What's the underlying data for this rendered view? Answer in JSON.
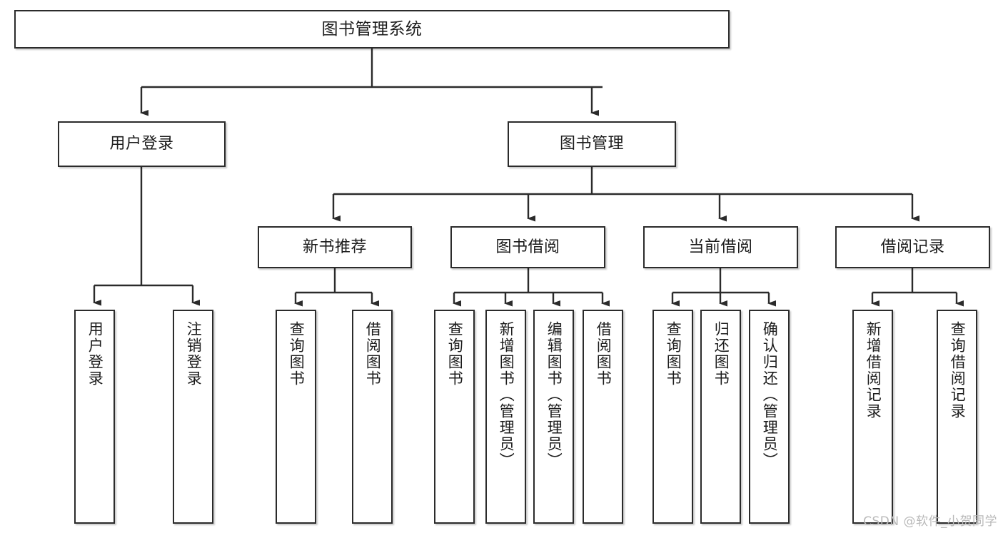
{
  "diagram": {
    "title": "图书管理系统",
    "type": "tree-hierarchy-diagram",
    "colors": {
      "border": "#2b2b2b",
      "background": "#ffffff",
      "text": "#1c1c1c",
      "watermark": "#b9b9b9"
    },
    "nodes": {
      "root": {
        "label": "图书管理系统"
      },
      "level2": [
        {
          "label": "用户登录"
        },
        {
          "label": "图书管理"
        }
      ],
      "level3": [
        {
          "label": "新书推荐"
        },
        {
          "label": "图书借阅"
        },
        {
          "label": "当前借阅"
        },
        {
          "label": "借阅记录"
        }
      ],
      "leaves_user_login": [
        {
          "label": "用户登录"
        },
        {
          "label": "注销登录"
        }
      ],
      "leaves_new_book": [
        {
          "label": "查询图书"
        },
        {
          "label": "借阅图书"
        }
      ],
      "leaves_book_borrow": [
        {
          "label": "查询图书"
        },
        {
          "label": "新增图书（管理员）"
        },
        {
          "label": "编辑图书（管理员）"
        },
        {
          "label": "借阅图书"
        }
      ],
      "leaves_current_borrow": [
        {
          "label": "查询图书"
        },
        {
          "label": "归还图书"
        },
        {
          "label": "确认归还（管理员）"
        }
      ],
      "leaves_borrow_record": [
        {
          "label": "新增借阅记录"
        },
        {
          "label": "查询借阅记录"
        }
      ]
    }
  },
  "watermark": {
    "text": "CSDN @软件_小贺同学"
  }
}
